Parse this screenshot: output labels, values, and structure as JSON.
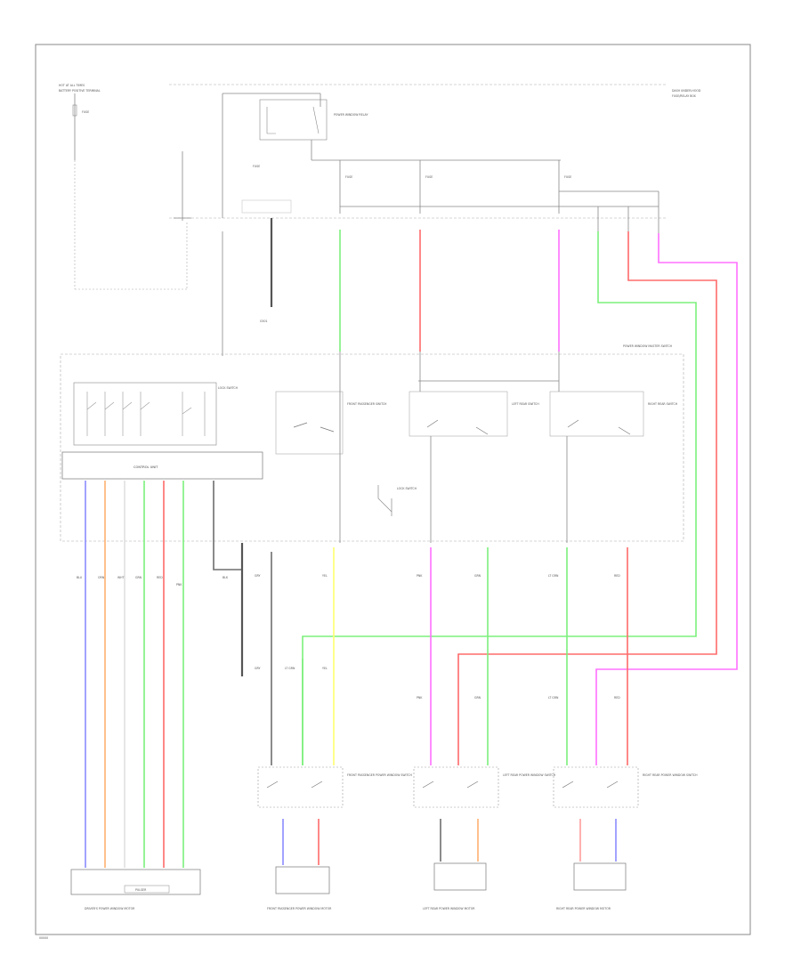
{
  "labels": {
    "top_left_1": "HOT AT ALL TIMES",
    "top_left_2": "BATTERY POSITIVE TERMINAL",
    "main_fuse": "FUSE",
    "top_right_1": "DASH UNDER-HOOD",
    "top_right_2": "FUSE/RELAY BOX",
    "power_relay": "POWER WINDOW RELAY",
    "fuse_a": "FUSE",
    "fuse_b": "FUSE",
    "fuse_c": "FUSE",
    "fuse_d": "FUSE",
    "ground_label": "G501",
    "sw_panel_label": "POWER WINDOW MASTER SWITCH",
    "control_unit": "CONTROL UNIT",
    "pass_switch": "FRONT PASSENGER SWITCH",
    "left_rear_switch": "LEFT REAR SWITCH",
    "right_rear_switch": "RIGHT REAR SWITCH",
    "lock_switch": "LOCK SWITCH",
    "pass_sw_bottom": "FRONT PASSENGER POWER WINDOW SWITCH",
    "lr_sw_bottom": "LEFT REAR POWER WINDOW SWITCH",
    "rr_sw_bottom": "RIGHT REAR POWER WINDOW SWITCH",
    "driver_motor": "DRIVER'S POWER WINDOW MOTOR",
    "pass_motor": "FRONT PASSENGER POWER WINDOW MOTOR",
    "lr_motor": "LEFT REAR POWER WINDOW MOTOR",
    "rr_motor": "RIGHT REAR POWER WINDOW MOTOR",
    "pulser": "PULSER",
    "wire_codes": [
      "BLU",
      "ORN",
      "WHT",
      "GRN",
      "RED",
      "PNK",
      "YEL",
      "LT GRN",
      "BLK",
      "GRY"
    ],
    "footer_code": "00000"
  },
  "colors": {
    "wire_black": "#6e6e6e",
    "wire_green": "#7cf07c",
    "wire_red": "#ff6b6b",
    "wire_pink": "#ff70ff",
    "wire_blue": "#8b8bff",
    "wire_orange": "#ffb070",
    "wire_yellow": "#ffff70"
  }
}
